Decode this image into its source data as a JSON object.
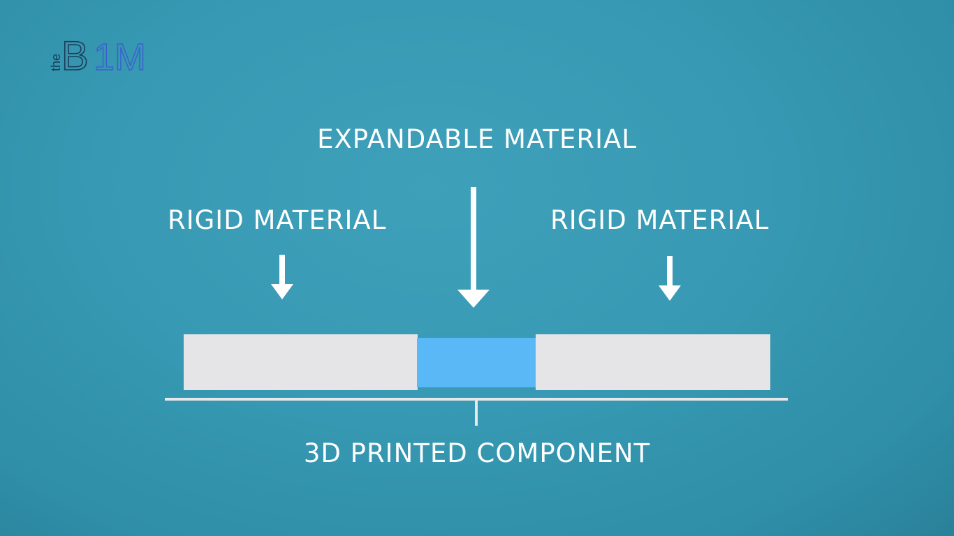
{
  "logo": {
    "small_text": "the",
    "main_text": "B",
    "accent_text": "1M",
    "accent_color": "#3b5fd1",
    "text_color": "#1d3b57"
  },
  "labels": {
    "expandable": "EXPANDABLE MATERIAL",
    "rigid_left": "RIGID MATERIAL",
    "rigid_right": "RIGID MATERIAL",
    "component": "3D PRINTED COMPONENT"
  },
  "colors": {
    "background": "#3799b3",
    "rigid_block": "#e5e5e8",
    "expandable_block": "#5ab8f7",
    "line": "#e8e8ea",
    "text": "#ffffff"
  }
}
